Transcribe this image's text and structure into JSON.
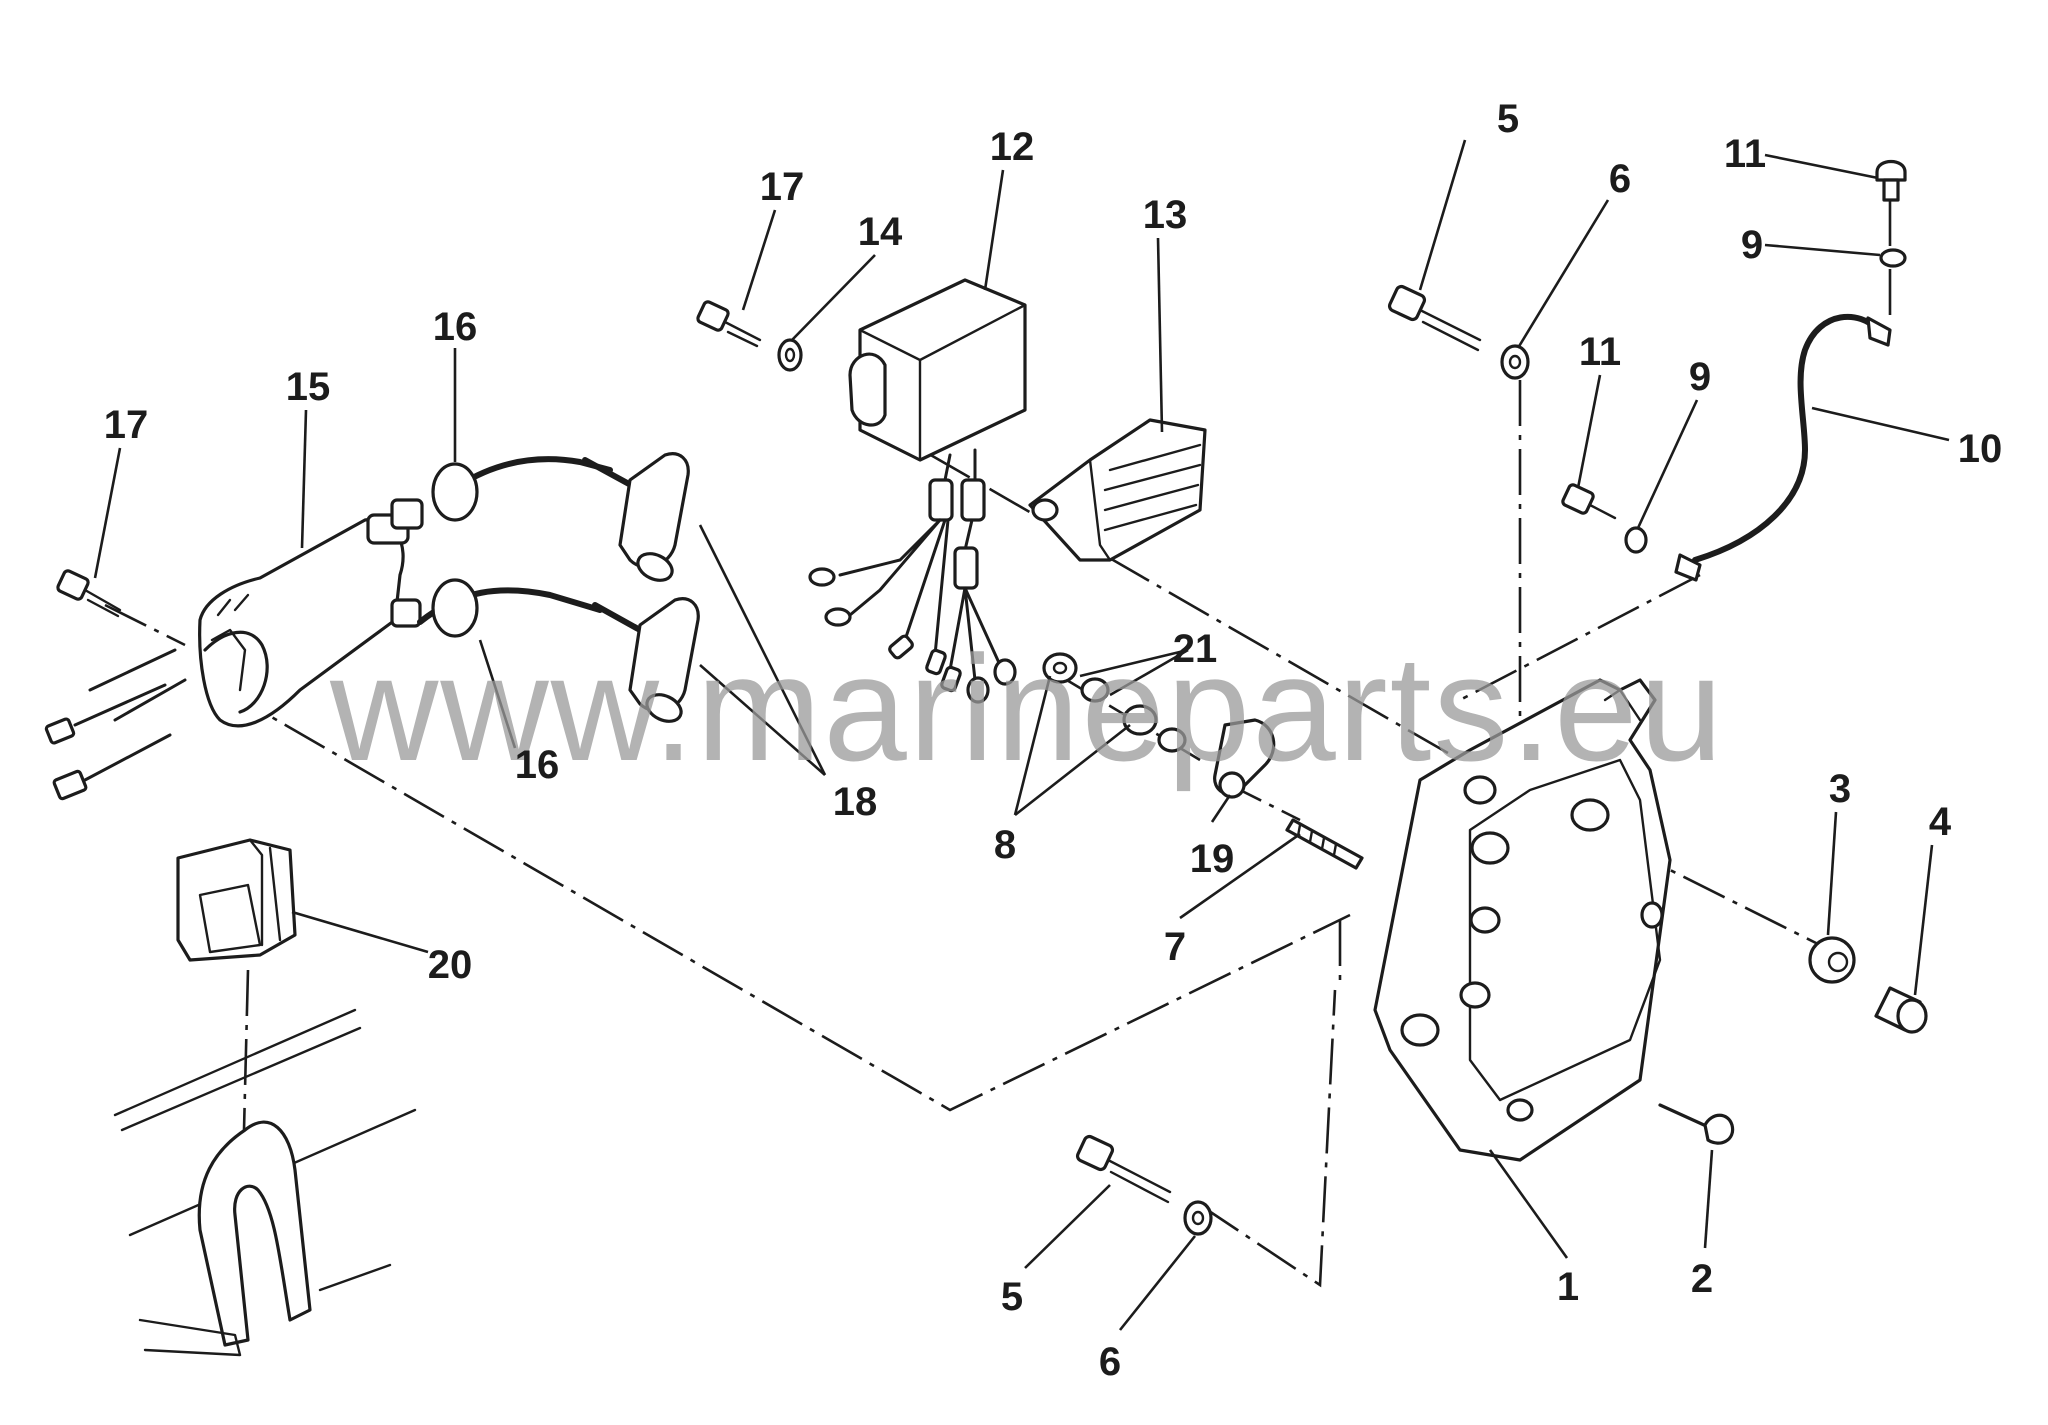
{
  "watermark": "www.marineparts.eu",
  "labels": {
    "p1": "1",
    "p2": "2",
    "p3": "3",
    "p4": "4",
    "p5a": "5",
    "p5b": "5",
    "p6a": "6",
    "p6b": "6",
    "p7": "7",
    "p8": "8",
    "p9a": "9",
    "p9b": "9",
    "p10": "10",
    "p11a": "11",
    "p11b": "11",
    "p12": "12",
    "p13": "13",
    "p14": "14",
    "p15": "15",
    "p16a": "16",
    "p16b": "16",
    "p17a": "17",
    "p17b": "17",
    "p18": "18",
    "p19": "19",
    "p20": "20",
    "p21": "21"
  }
}
